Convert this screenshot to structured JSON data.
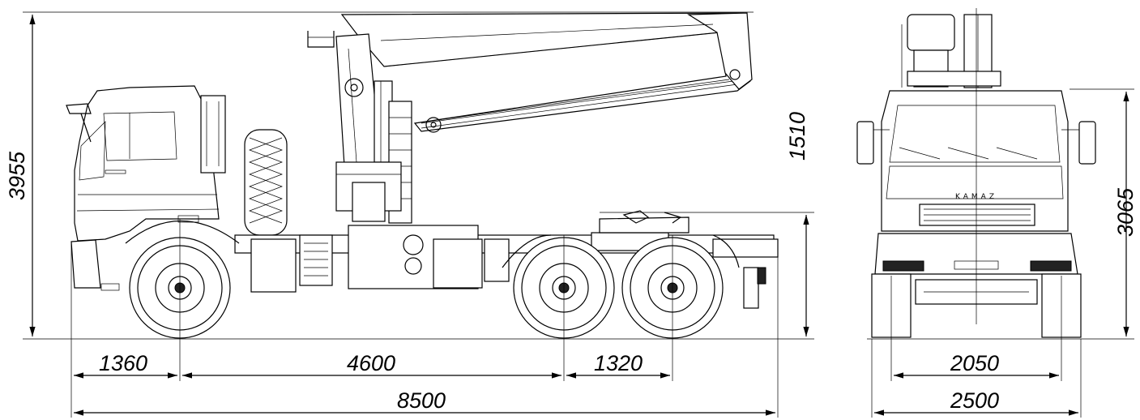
{
  "dimensions": {
    "overall_height": "3955",
    "front_overhang": "1360",
    "wheelbase_front": "4600",
    "axle_spacing": "1320",
    "overall_length": "8500",
    "fifth_wheel_to_cab": "1510",
    "front_height": "3065",
    "track_width": "2050",
    "overall_width": "2500"
  },
  "badge": {
    "brand": "KAMAZ"
  }
}
